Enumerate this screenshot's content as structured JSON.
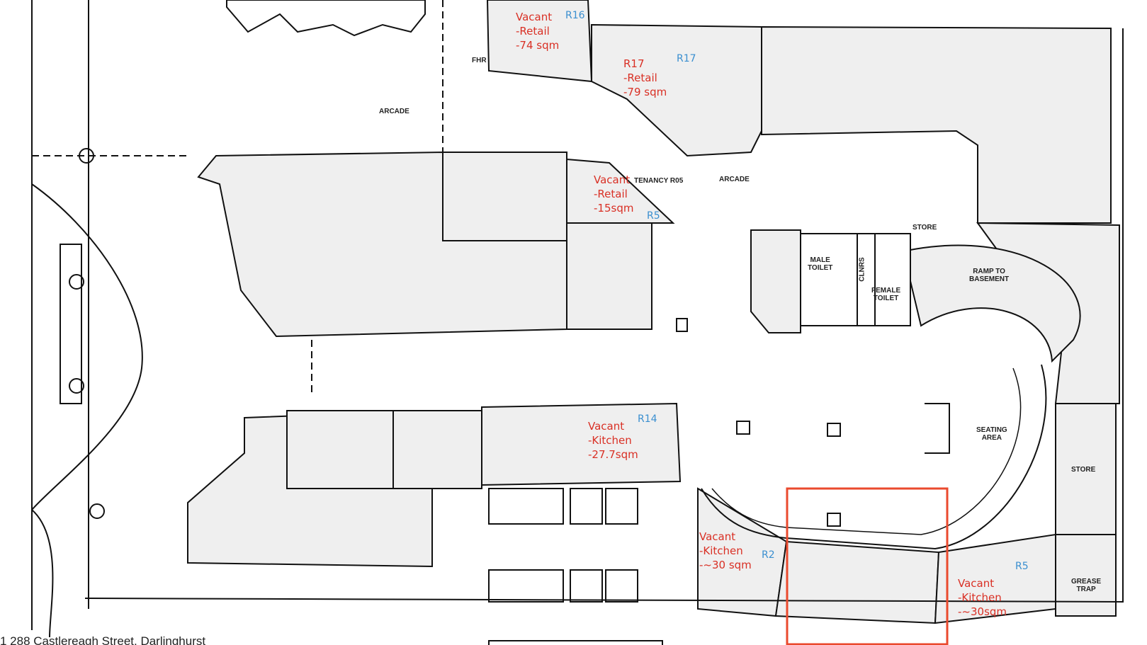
{
  "plan_labels": {
    "arcade_1": "ARCADE",
    "arcade_2": "ARCADE",
    "tenancy": "TENANCY R05",
    "store_top": "STORE",
    "male_toilet": "MALE\nTOILET",
    "female_toilet": "FEMALE\nTOILET",
    "clnrs": "CLNRS",
    "ramp": "RAMP TO\nBASEMENT",
    "seating": "SEATING\nAREA",
    "store_right": "STORE",
    "grease_trap": "GREASE\nTRAP",
    "fhr": "FHR"
  },
  "units": [
    {
      "note": "Vacant\n-Retail\n-74 sqm",
      "tag": "R16"
    },
    {
      "note": "R17\n-Retail\n-79 sqm",
      "tag": "R17"
    },
    {
      "note": "Vacant\n-Retail\n-15sqm",
      "tag": "R5"
    },
    {
      "note": "Vacant\n-Kitchen\n-27.7sqm",
      "tag": "R14"
    },
    {
      "note": "Vacant\n-Kitchen\n-~30 sqm",
      "tag": "R2"
    },
    {
      "note": "Vacant\n-Kitchen\n-~30sqm",
      "tag": "R5"
    }
  ],
  "caption": "1   288 Castlereagh Street, Darlinghurst",
  "colors": {
    "annotation": "#d93025",
    "tag": "#3a8fd0",
    "highlight": "#ea4a2e",
    "unit_fill": "#efefef"
  }
}
